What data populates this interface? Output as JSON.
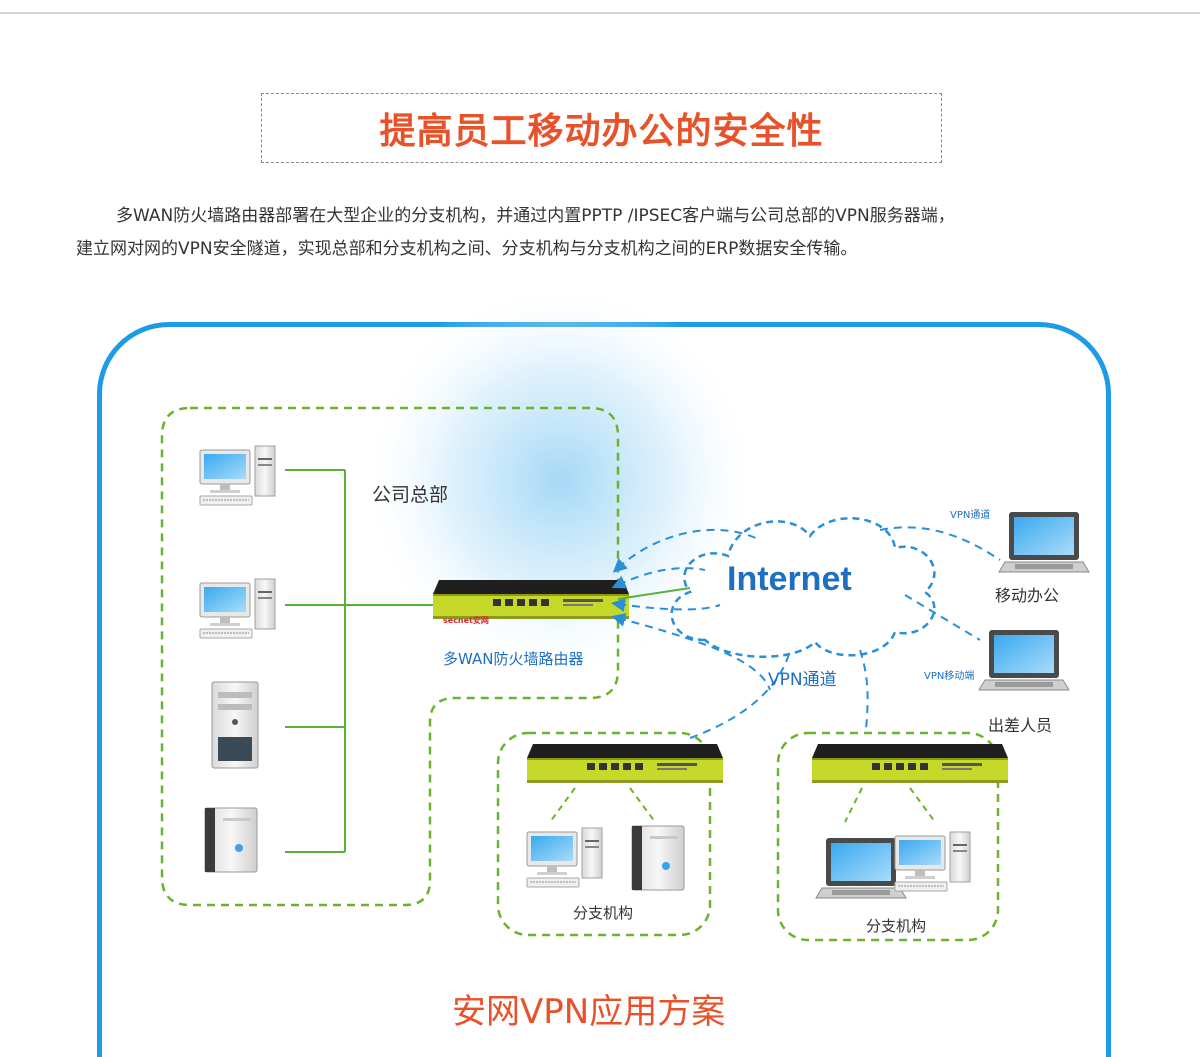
{
  "heading": "提高员工移动办公的安全性",
  "intro": {
    "line1": "多WAN防火墙路由器部署在大型企业的分支机构，并通过内置PPTP /IPSEC客户端与公司总部的VPN服务器端，",
    "line2": "建立网对网的VPN安全隧道，实现总部和分支机构之间、分支机构与分支机构之间的ERP数据安全传输。"
  },
  "diagram": {
    "hq_label": "公司总部",
    "router_label": "多WAN防火墙路由器",
    "internet_label": "Internet",
    "vpn_tunnel_small": "VPN通道",
    "vpn_mobile_small": "VPN移动端",
    "mobile_office_label": "移动办公",
    "traveler_label": "出差人员",
    "vpn_tunnel_label": "VPN通道",
    "branch1_label": "分支机构",
    "branch2_label": "分支机构",
    "device_brand": "secnet安网",
    "scheme_title": "安网VPN应用方案"
  },
  "colors": {
    "accent": "#e8522a",
    "frame": "#1d9be6",
    "zone_dash": "#6ab42d",
    "link_line": "#58b23a",
    "vpn_dash": "#2a8fd6"
  }
}
